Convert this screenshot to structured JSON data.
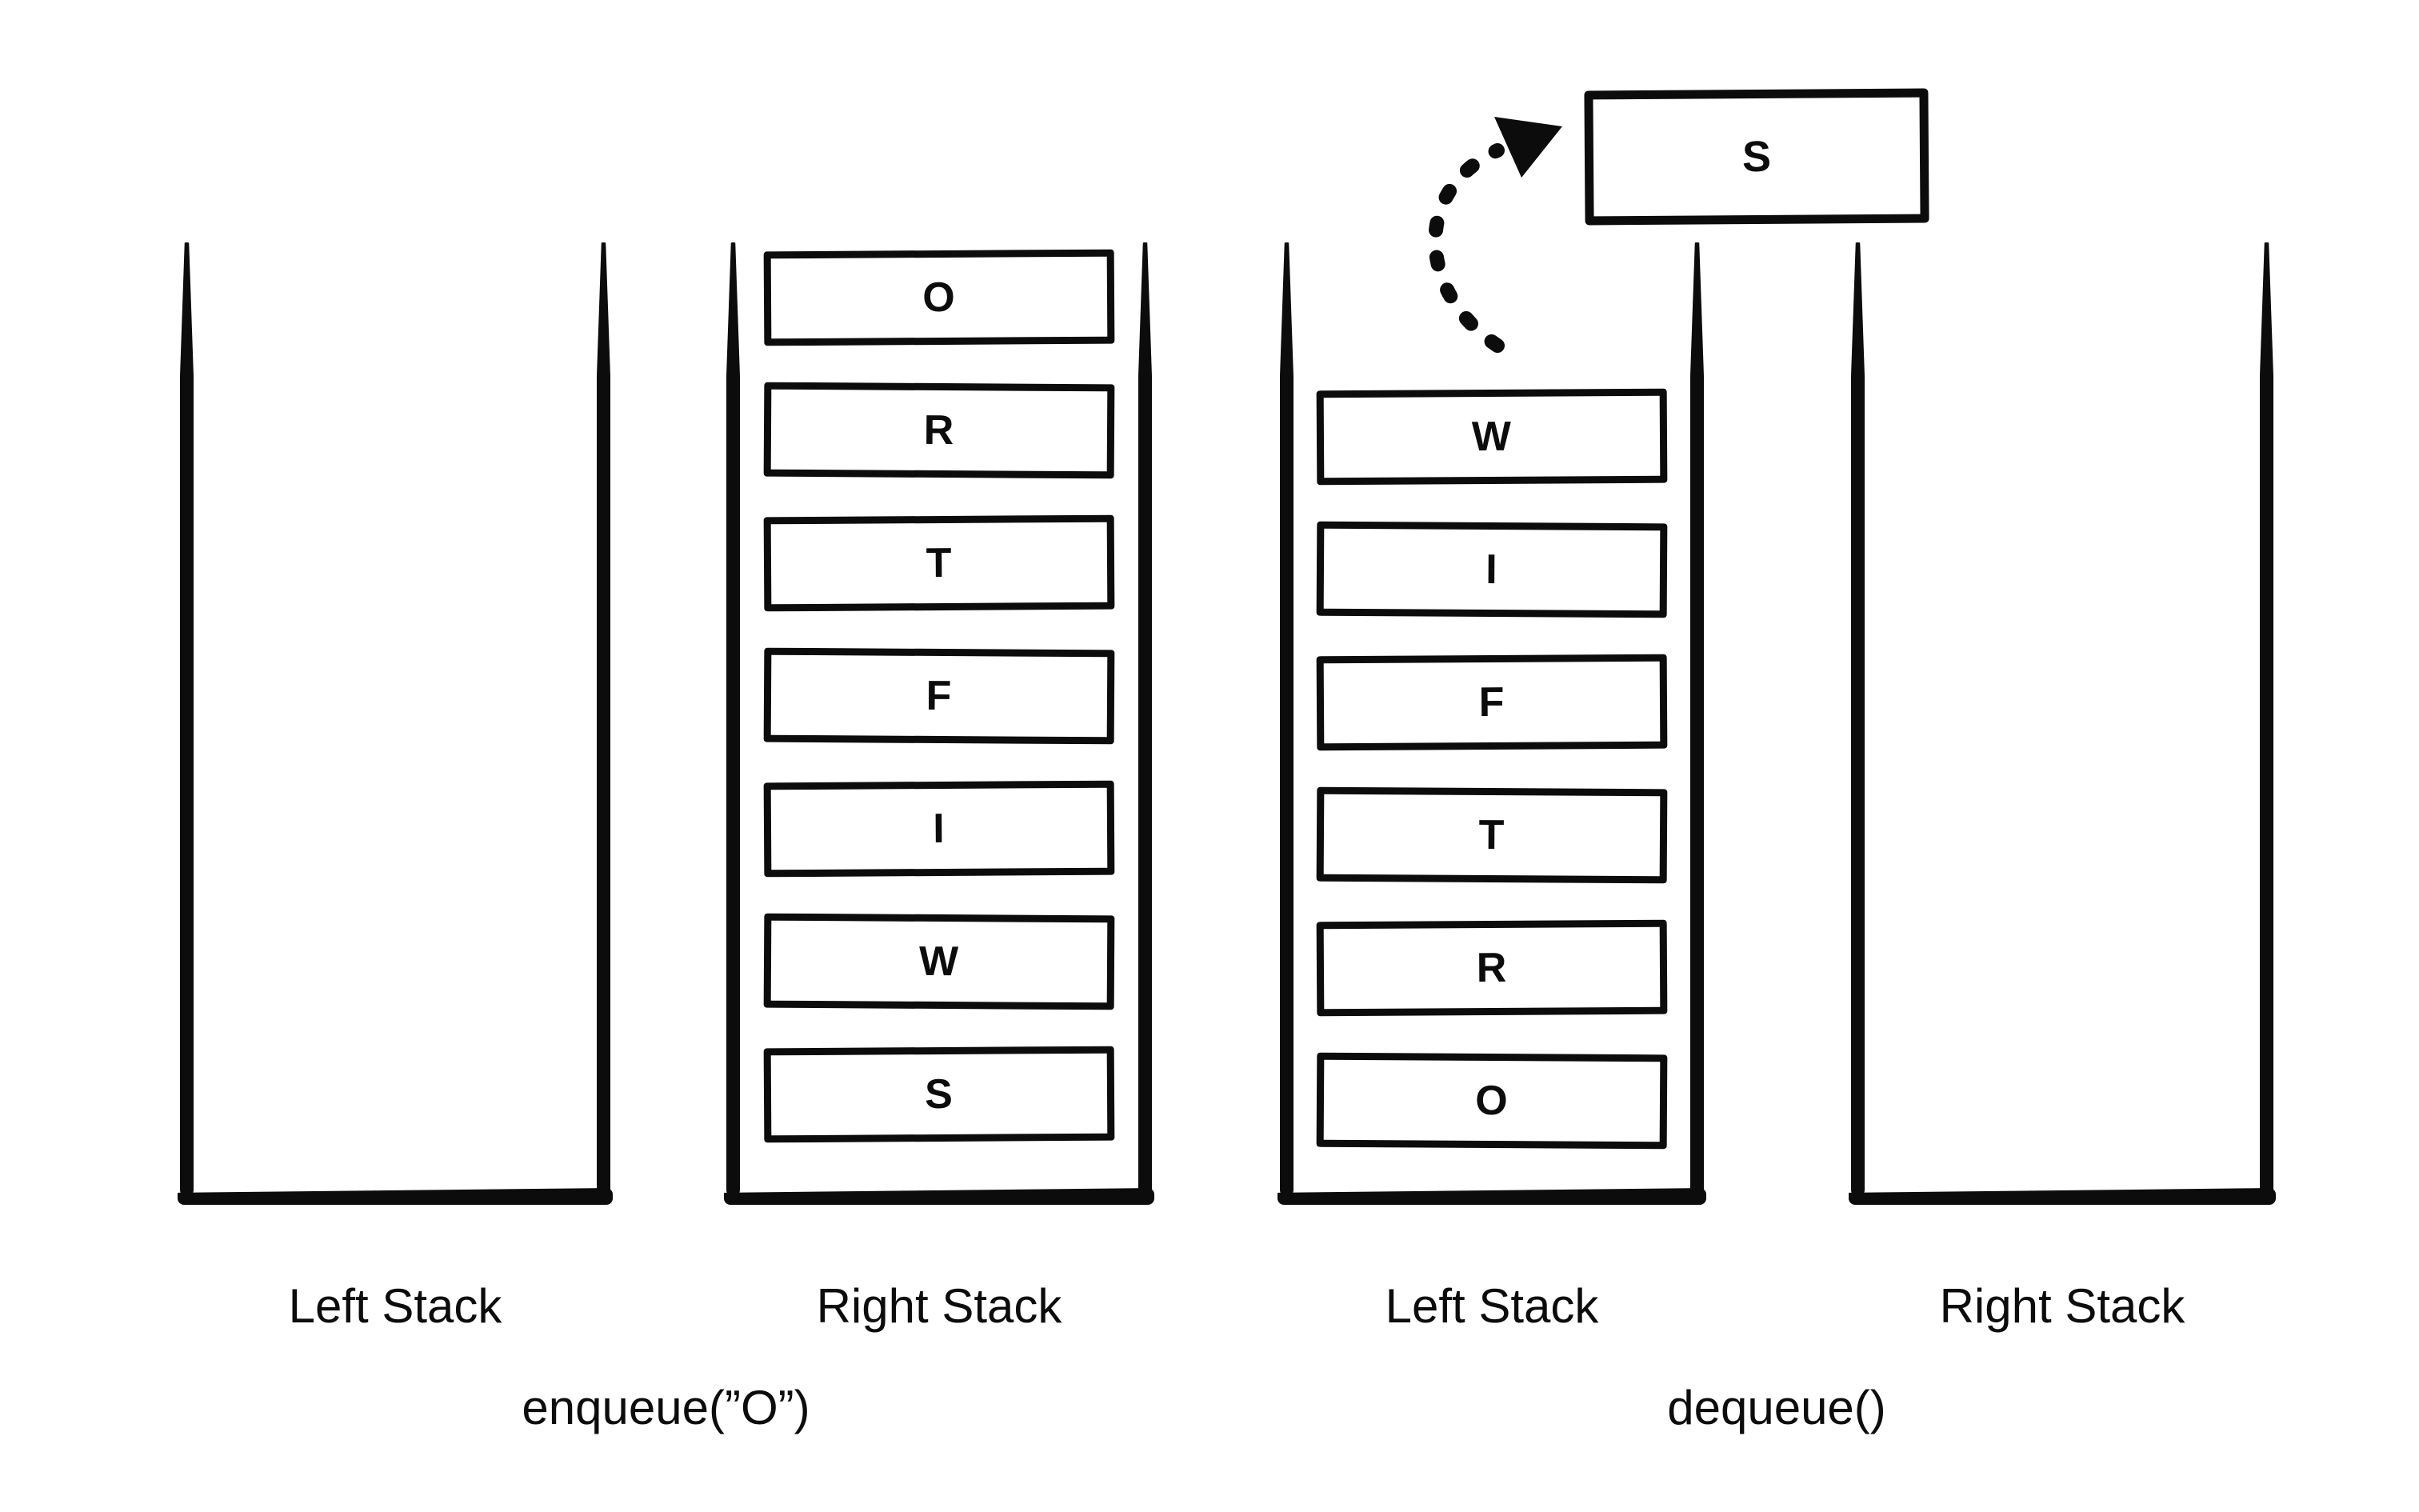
{
  "colors": {
    "ink": "#0c0c0c",
    "background": "#ffffff"
  },
  "icons": {
    "dequeue_arrow": "dotted-curved-arrow-up-right"
  },
  "diagram": {
    "description_type": "queue-implemented-with-two-stacks",
    "panels": [
      {
        "caption": "enqueue(”O”)",
        "stacks": [
          {
            "label": "Left Stack",
            "items": []
          },
          {
            "label": "Right Stack",
            "items": [
              "O",
              "R",
              "T",
              "F",
              "I",
              "W",
              "S"
            ]
          }
        ]
      },
      {
        "caption": "dequeue()",
        "popped_item": "S",
        "stacks": [
          {
            "label": "Left Stack",
            "items": [
              "W",
              "I",
              "F",
              "T",
              "R",
              "O"
            ]
          },
          {
            "label": "Right Stack",
            "items": []
          }
        ]
      }
    ]
  }
}
